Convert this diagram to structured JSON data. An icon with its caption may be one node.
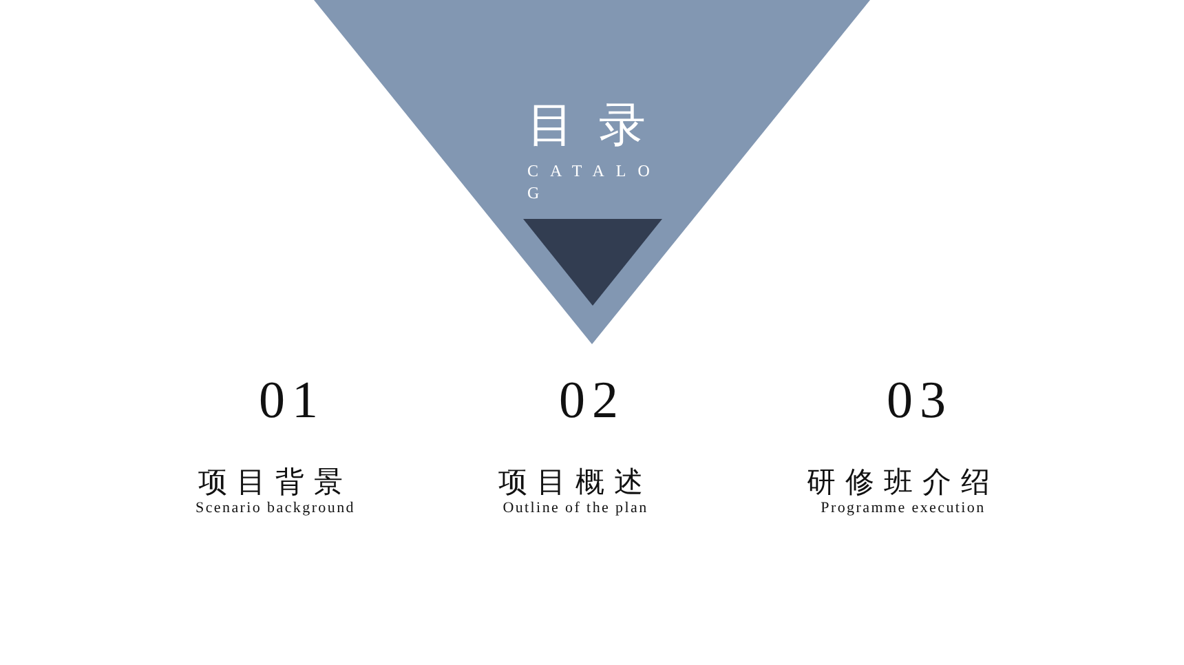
{
  "diagram": {
    "title": "目录",
    "nodes": [
      {
        "text": [
          "CATALOG"
        ]
      },
      {
        "text": [],
        "shape": "triangle",
        "in": 0
      }
    ],
    "labels": [
      "01",
      "项目背景",
      "Scenario background",
      "02",
      "项目概述",
      "Outline of the plan",
      "03",
      "研修班介绍",
      "Programme execution"
    ]
  }
}
